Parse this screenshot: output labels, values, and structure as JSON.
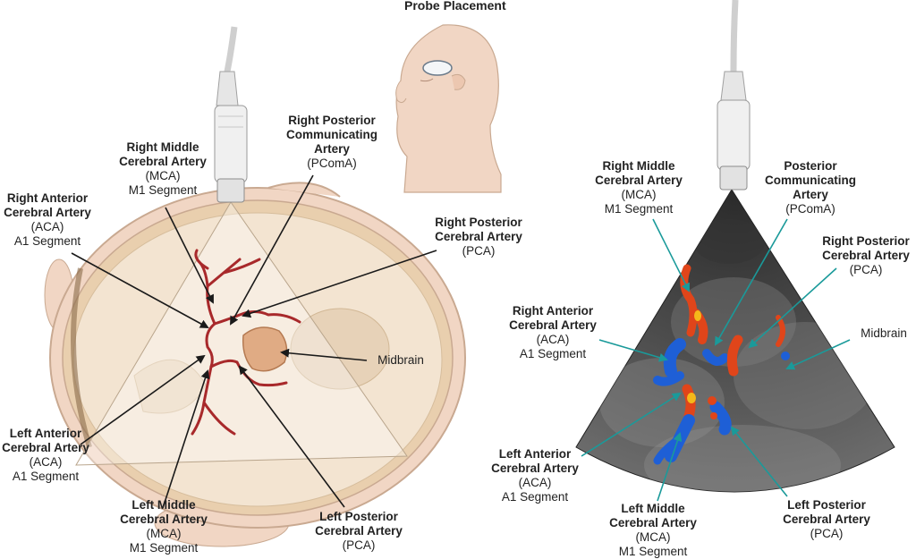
{
  "title": "Probe Placement",
  "left_panel": {
    "ra_aca": {
      "line1": "Right Anterior",
      "line2": "Cerebral Artery",
      "abbr": "(ACA)",
      "seg": "A1 Segment"
    },
    "rm_mca": {
      "line1": "Right Middle",
      "line2": "Cerebral Artery",
      "abbr": "(MCA)",
      "seg": "M1 Segment"
    },
    "rp_pcom": {
      "line1": "Right Posterior",
      "line2": "Communicating",
      "line3": "Artery",
      "abbr": "(PComA)"
    },
    "rp_pca": {
      "line1": "Right Posterior",
      "line2": "Cerebral Artery",
      "abbr": "(PCA)"
    },
    "midbrain": "Midbrain",
    "la_aca": {
      "line1": "Left Anterior",
      "line2": "Cerebral Artery",
      "abbr": "(ACA)",
      "seg": "A1 Segment"
    },
    "lm_mca": {
      "line1": "Left Middle",
      "line2": "Cerebral Artery",
      "abbr": "(MCA)",
      "seg": "M1 Segment"
    },
    "lp_pca": {
      "line1": "Left Posterior",
      "line2": "Cerebral Artery",
      "abbr": "(PCA)"
    }
  },
  "right_panel": {
    "rm_mca": {
      "line1": "Right Middle",
      "line2": "Cerebral Artery",
      "abbr": "(MCA)",
      "seg": "M1 Segment"
    },
    "pcom": {
      "line1": "Posterior",
      "line2": "Communicating",
      "line3": "Artery",
      "abbr": "(PComA)"
    },
    "rp_pca": {
      "line1": "Right Posterior",
      "line2": "Cerebral Artery",
      "abbr": "(PCA)"
    },
    "ra_aca": {
      "line1": "Right Anterior",
      "line2": "Cerebral Artery",
      "abbr": "(ACA)",
      "seg": "A1 Segment"
    },
    "midbrain": "Midbrain",
    "la_aca": {
      "line1": "Left Anterior",
      "line2": "Cerebral Artery",
      "abbr": "(ACA)",
      "seg": "A1 Segment"
    },
    "lm_mca": {
      "line1": "Left Middle",
      "line2": "Cerebral Artery",
      "abbr": "(MCA)",
      "seg": "M1 Segment"
    },
    "lp_pca": {
      "line1": "Left Posterior",
      "line2": "Cerebral Artery",
      "abbr": "(PCA)"
    }
  },
  "colors": {
    "skull_fill": "#eed9bf",
    "skull_inner": "#f3e4d1",
    "skin": "#f1d6c4",
    "artery": "#a8292b",
    "midbrain": "#e0ab84",
    "arrow_black": "#1a1a1a",
    "arrow_teal": "#1a9a9a",
    "doppler_red": "#e0451a",
    "doppler_blue": "#1e5fd6"
  },
  "icons": [
    "ultrasound-probe-icon",
    "head-profile-icon",
    "arrow-icon"
  ]
}
